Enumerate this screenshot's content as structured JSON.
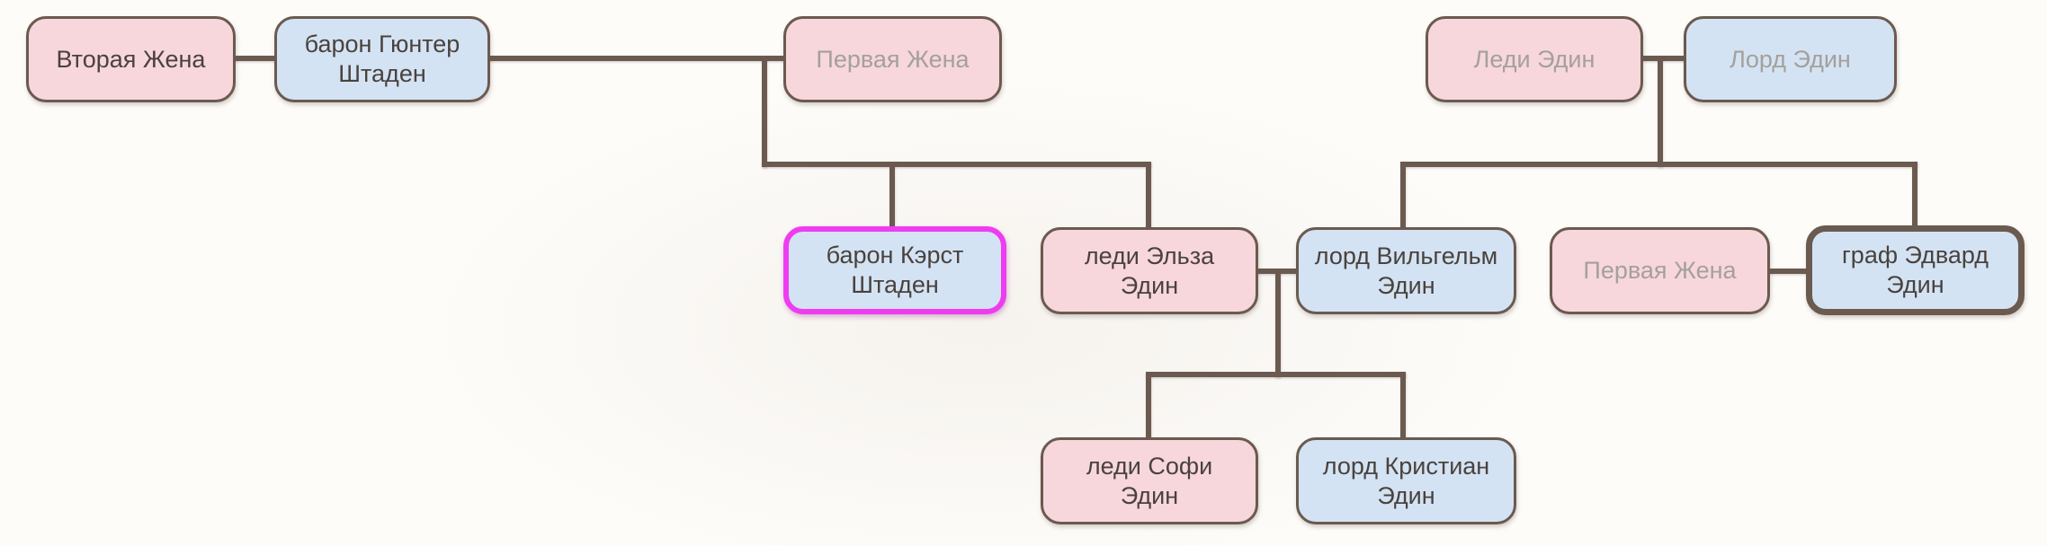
{
  "diagram": {
    "kind": "family-tree",
    "language": "ru"
  },
  "people": [
    {
      "id": "second-wife",
      "label": "Вторая Жена",
      "sex": "female",
      "status": "living",
      "highlight": "none"
    },
    {
      "id": "baron-gunter",
      "label": "барон Гюнтер\nШтаден",
      "sex": "male",
      "status": "living",
      "highlight": "none"
    },
    {
      "id": "first-wife-1",
      "label": "Первая Жена",
      "sex": "female",
      "status": "deceased",
      "highlight": "none"
    },
    {
      "id": "lady-edin",
      "label": "Леди Эдин",
      "sex": "female",
      "status": "deceased",
      "highlight": "none"
    },
    {
      "id": "lord-edin",
      "label": "Лорд Эдин",
      "sex": "male",
      "status": "deceased",
      "highlight": "none"
    },
    {
      "id": "baron-kerst",
      "label": "барон Кэрст\nШтаден",
      "sex": "male",
      "status": "living",
      "highlight": "selected-magenta"
    },
    {
      "id": "lady-elsa",
      "label": "леди Эльза\nЭдин",
      "sex": "female",
      "status": "living",
      "highlight": "none"
    },
    {
      "id": "lord-wilhelm",
      "label": "лорд Вильгельм\nЭдин",
      "sex": "male",
      "status": "living",
      "highlight": "none"
    },
    {
      "id": "first-wife-2",
      "label": "Первая Жена",
      "sex": "female",
      "status": "deceased",
      "highlight": "none"
    },
    {
      "id": "count-edward",
      "label": "граф Эдвард\nЭдин",
      "sex": "male",
      "status": "living",
      "highlight": "thick-border"
    },
    {
      "id": "lady-sofi",
      "label": "леди Софи\nЭдин",
      "sex": "female",
      "status": "living",
      "highlight": "none"
    },
    {
      "id": "lord-kristian",
      "label": "лорд Кристиан\nЭдин",
      "sex": "male",
      "status": "living",
      "highlight": "none"
    }
  ],
  "relations": {
    "marriages": [
      {
        "partners": [
          "Вторая Жена",
          "барон Гюнтер Штаден"
        ],
        "children": []
      },
      {
        "partners": [
          "барон Гюнтер Штаден",
          "Первая Жена"
        ],
        "children": [
          "барон Кэрст Штаден",
          "леди Эльза Эдин"
        ]
      },
      {
        "partners": [
          "Леди Эдин",
          "Лорд Эдин"
        ],
        "children": [
          "лорд Вильгельм Эдин",
          "граф Эдвард Эдин"
        ]
      },
      {
        "partners": [
          "леди Эльза Эдин",
          "лорд Вильгельм Эдин"
        ],
        "children": [
          "леди Софи Эдин",
          "лорд Кристиан Эдин"
        ]
      },
      {
        "partners": [
          "Первая Жена",
          "граф Эдвард Эдин"
        ],
        "children": []
      }
    ]
  },
  "colors": {
    "female_fill": "#f7d7dc",
    "male_fill": "#d3e3f4",
    "border_and_lines": "#6b5a50",
    "living_text": "#4a423c",
    "deceased_text": "#a5a09c",
    "selection_outline": "#ee3df0",
    "background": "#fdfcf9"
  }
}
